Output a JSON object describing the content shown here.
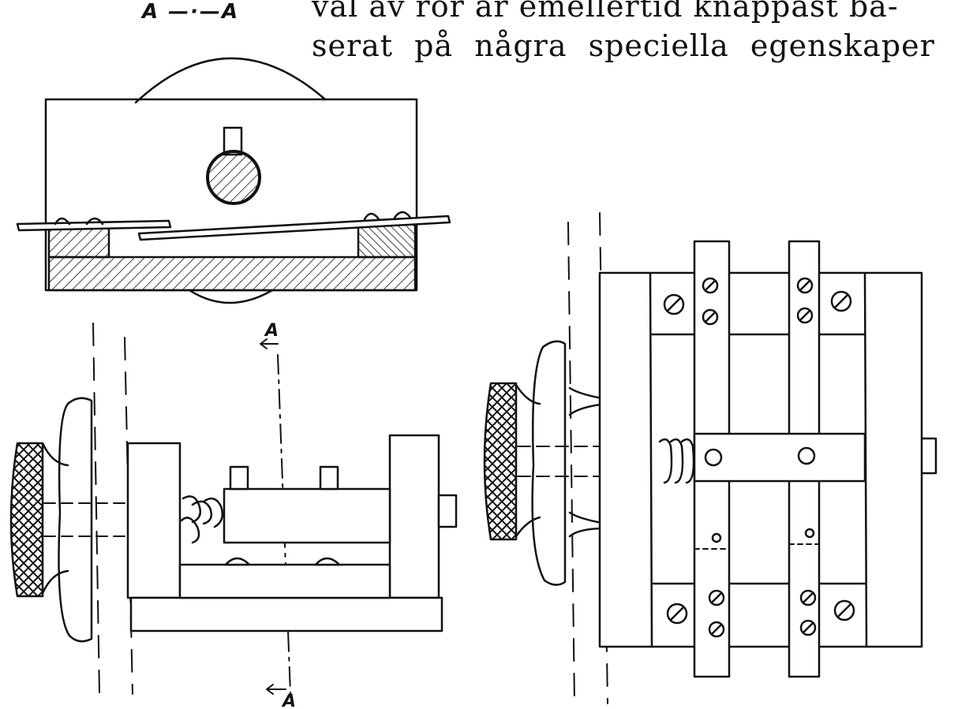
{
  "header": {
    "section_label": "A —·—A",
    "line1": "val av rör är emellertid knappast ba-",
    "line2": "serat på några speciella egenskaper"
  },
  "section_marks": {
    "top": "A",
    "bottom": "A"
  }
}
